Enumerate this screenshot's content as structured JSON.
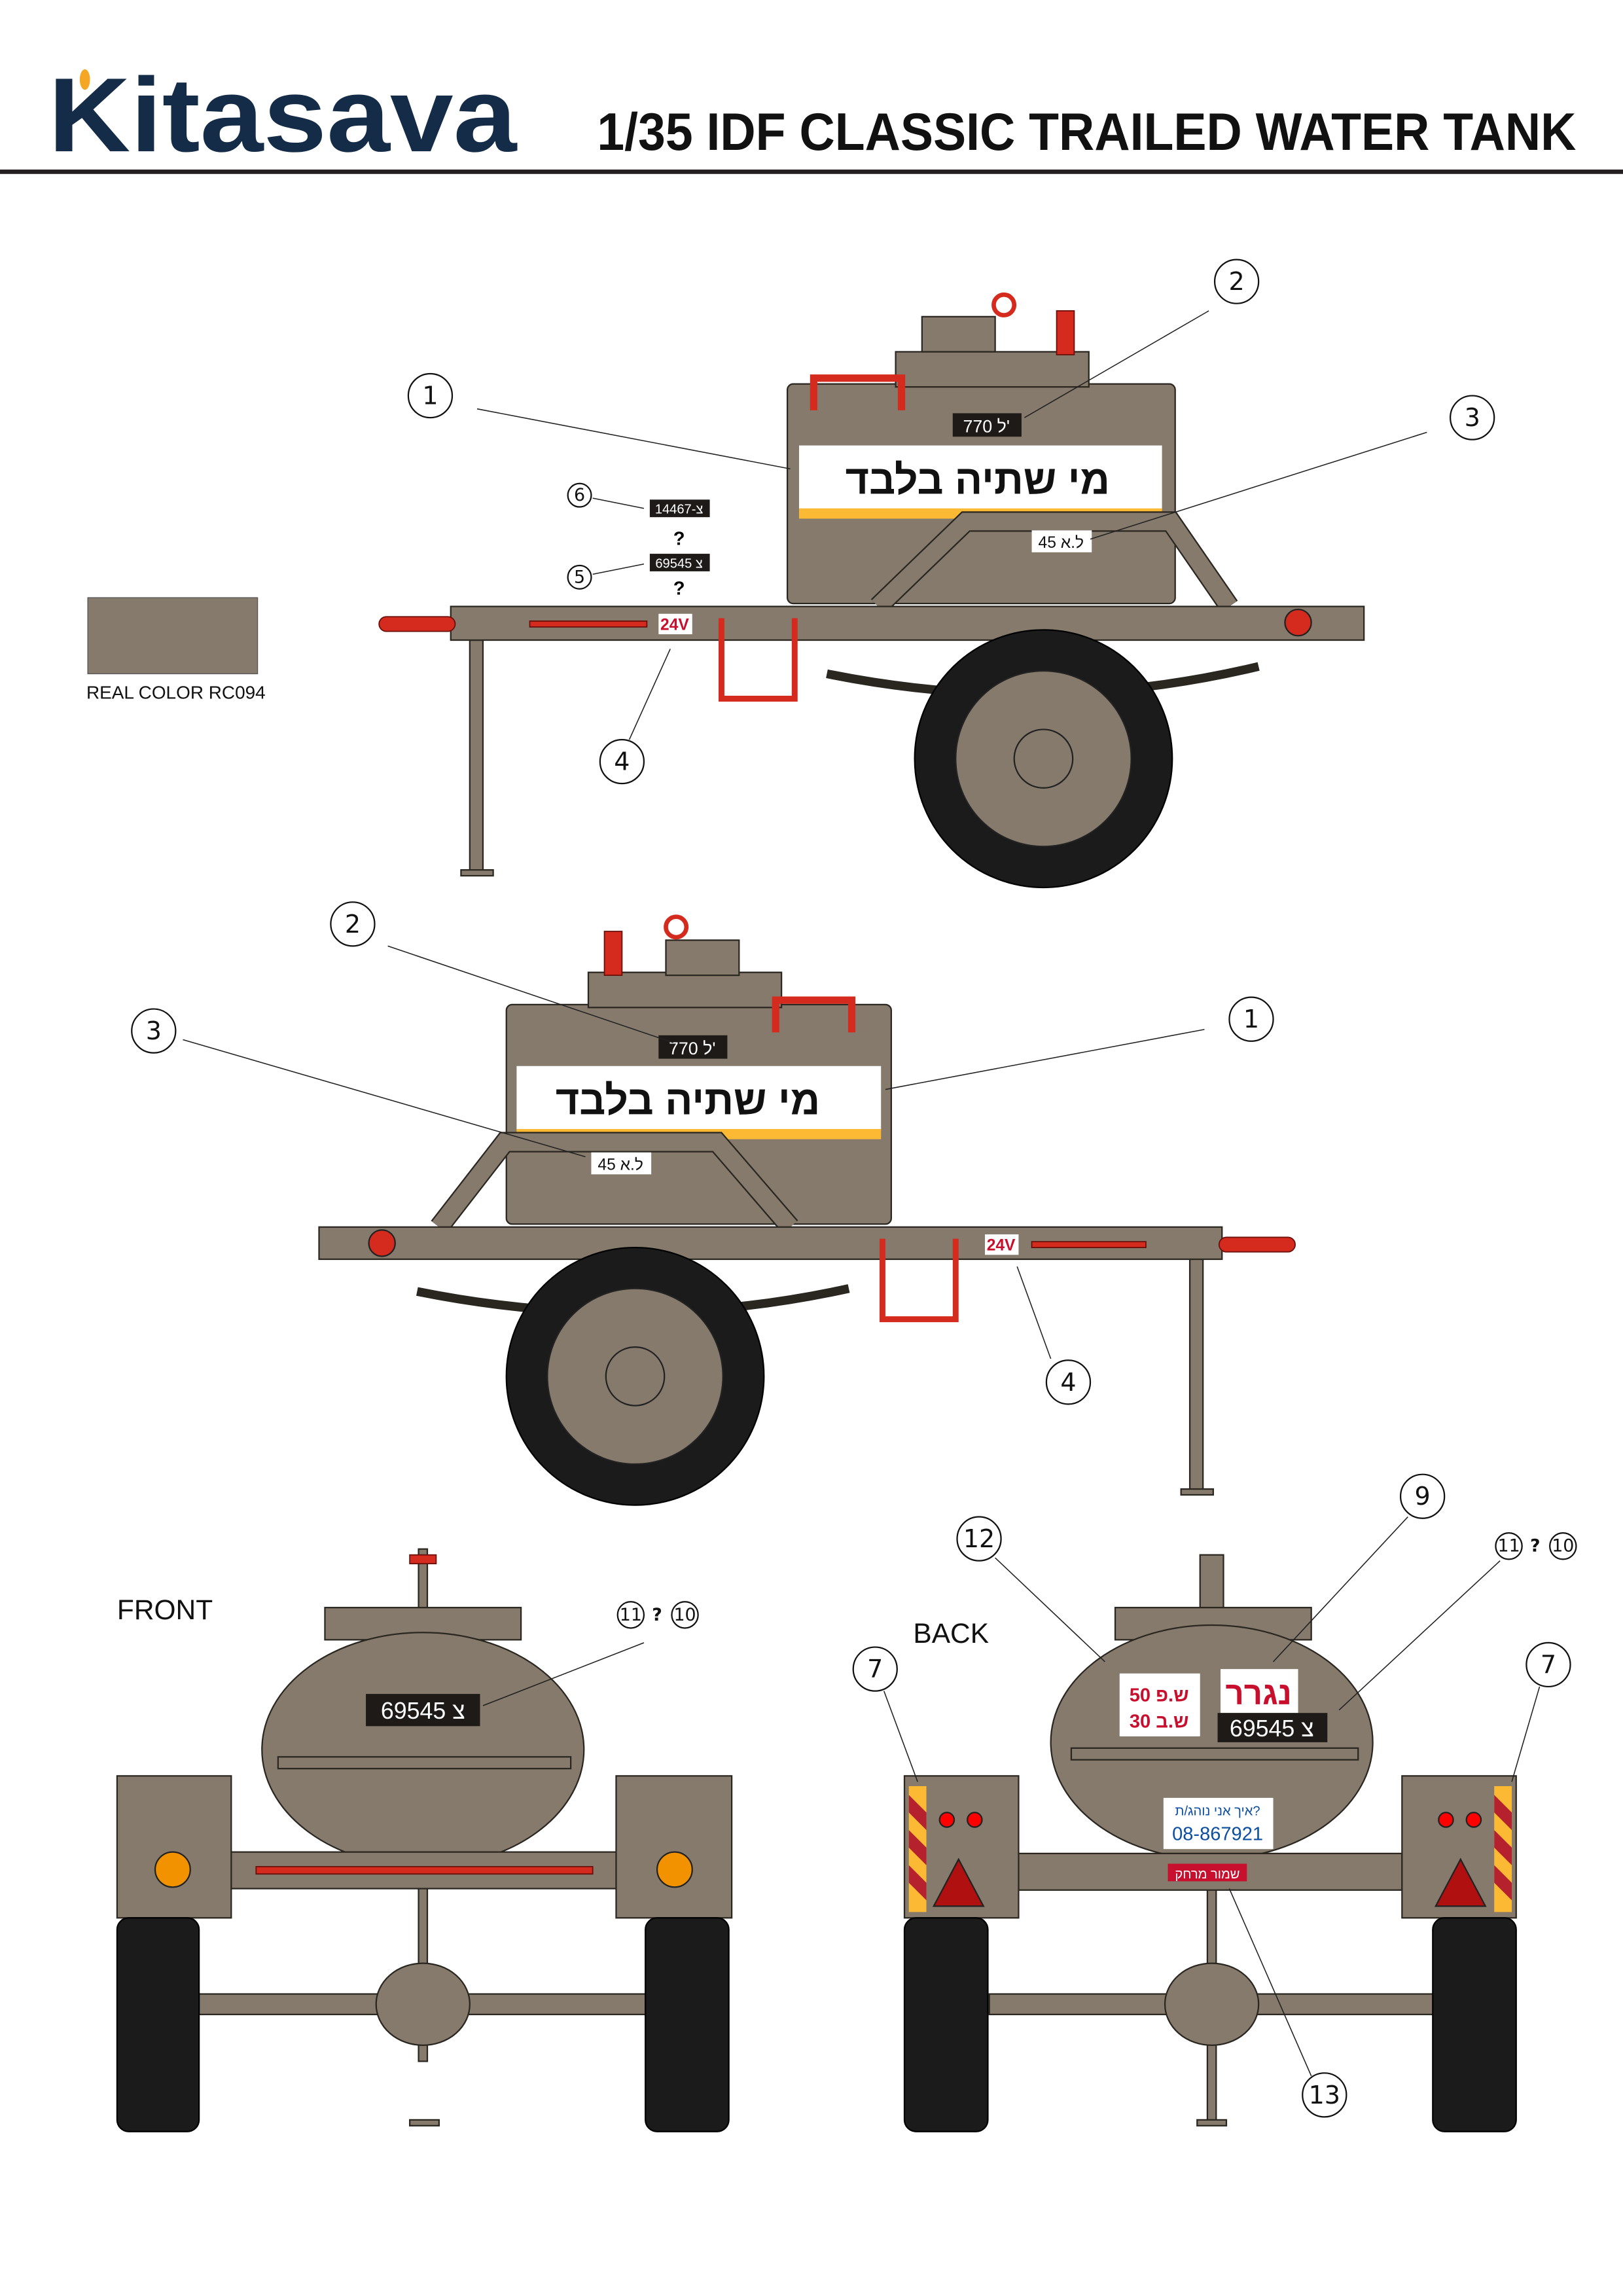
{
  "header": {
    "brand": "Kitasava",
    "title": "1/35 IDF CLASSIC TRAILED WATER TANK"
  },
  "swatch": {
    "label": "REAL COLOR RC094",
    "color": "#857a6b"
  },
  "colors": {
    "brand_navy": "#142c47",
    "brand_orange": "#f5a623",
    "body": "#857a6b",
    "red": "#d52b1e",
    "yellow": "#fbb934",
    "decal_red": "#c8102e",
    "decal_blue": "#0b4ea2"
  },
  "views": {
    "front_label": "FRONT",
    "back_label": "BACK"
  },
  "decals": {
    "capacity": "770 ל'",
    "drinking_water": "מי שתיה בלבד",
    "la": "ל.א 45",
    "plate_a": "14467-צ",
    "plate_b": "צ 69545",
    "question": "?",
    "voltage": "24V",
    "towed": "נגרר",
    "speed_line1": "ש.פ 50",
    "speed_line2": "ש.ב 30",
    "how_driving": "איך אני נוהג/ת?",
    "phone": "08-867921",
    "keep_distance": "שמור מרחק"
  },
  "callouts": {
    "c1": "1",
    "c2": "2",
    "c3": "3",
    "c4": "4",
    "c5": "5",
    "c6": "6",
    "c7": "7",
    "c9": "9",
    "c10": "10",
    "c11": "11",
    "c12": "12",
    "c13": "13",
    "or": "?"
  }
}
